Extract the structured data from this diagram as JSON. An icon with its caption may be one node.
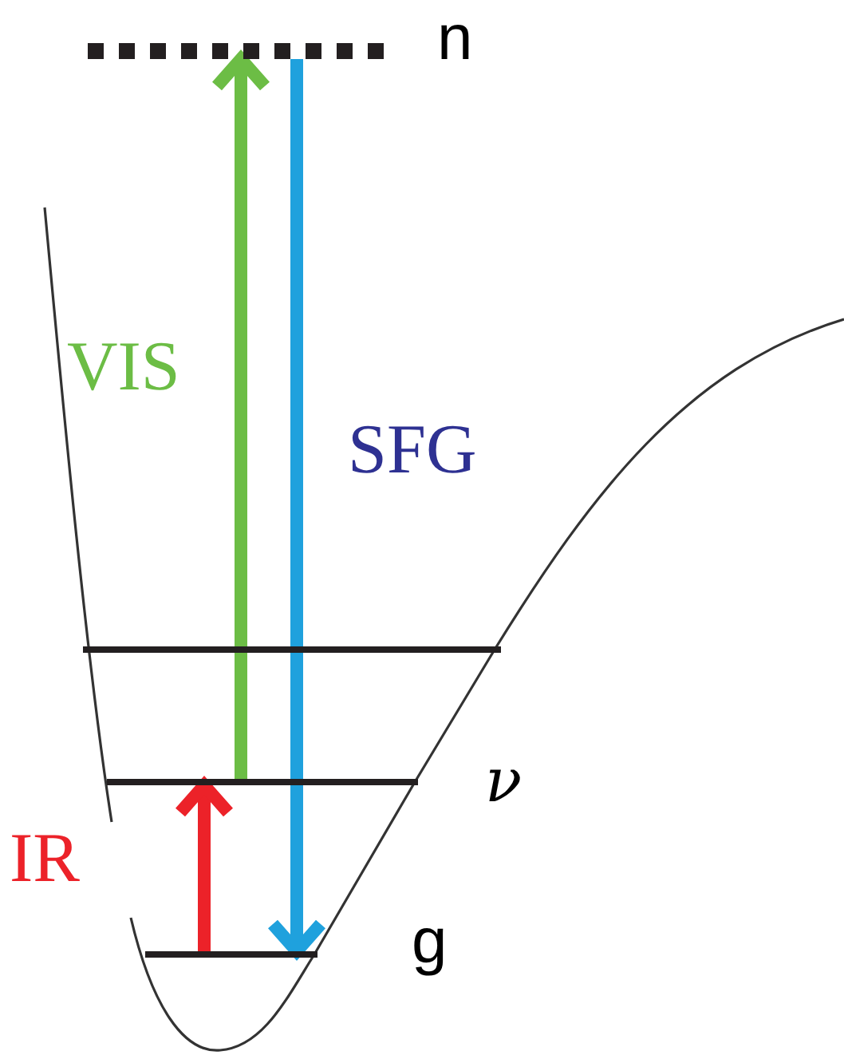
{
  "diagram": {
    "nodes": [
      {
        "text": [],
        "shape": "bar",
        "beside": [
          "n"
        ]
      },
      {
        "text": [],
        "shape": "bar"
      },
      {
        "text": [],
        "shape": "bar",
        "beside": [
          "ν"
        ]
      },
      {
        "text": [],
        "shape": "bar",
        "beside": [
          "g"
        ]
      }
    ],
    "edges": [
      {
        "from": 3,
        "to": 2,
        "arrow": "to",
        "label": "IR",
        "color": "#ec2229"
      },
      {
        "from": 2,
        "to": 0,
        "arrow": "to",
        "label": "VIS",
        "color": "#6cbd45"
      },
      {
        "from": 0,
        "to": 3,
        "arrow": "to",
        "label": "SFG",
        "color": "#1fa1dd"
      }
    ]
  }
}
